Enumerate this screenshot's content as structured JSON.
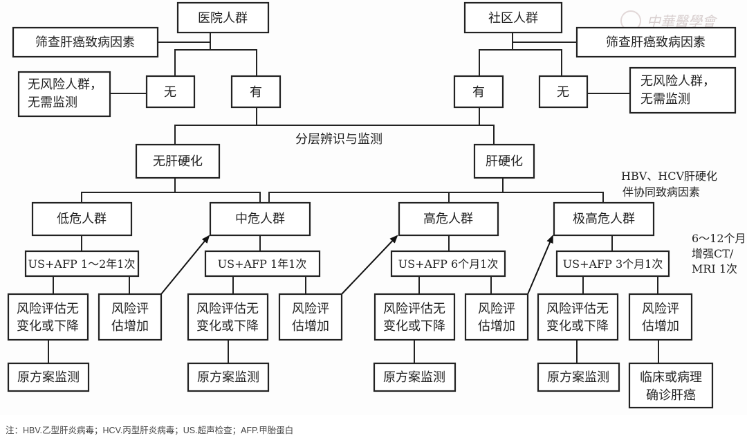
{
  "watermark": "中華醫學會",
  "nodes": {
    "hospital": "医院人群",
    "community": "社区人群",
    "screen_left": "筛查肝癌致病因素",
    "screen_right": "筛查肝癌致病因素",
    "no_left": "无",
    "yes_left": "有",
    "yes_right": "有",
    "no_right": "无",
    "norisk_left": [
      "无风险人群，",
      "无需监测"
    ],
    "norisk_right": [
      "无风险人群，",
      "无需监测"
    ],
    "stratify_label": "分层辨识与监测",
    "no_cirrhosis": "无肝硬化",
    "cirrhosis": "肝硬化",
    "hbv_note": [
      "HBV、HCV肝硬化",
      "伴协同致病因素"
    ],
    "low_risk": "低危人群",
    "mid_risk": "中危人群",
    "high_risk": "高危人群",
    "very_high_risk": "极高危人群",
    "test_low": "US+AFP 1～2年1次",
    "test_mid": "US+AFP 1年1次",
    "test_high": "US+AFP  6个月1次",
    "test_very_high": "US+AFP 3个月1次",
    "ct_note": [
      "6～12个月",
      "增强CT/",
      "MRI 1次"
    ],
    "stable": [
      "风险评估无",
      "变化或下降"
    ],
    "increase": [
      "风险评",
      "估增加"
    ],
    "keep_plan": "原方案监测",
    "diagnosis": [
      "临床或病理",
      "确诊肝癌"
    ]
  },
  "footnote": "注：HBV.乙型肝炎病毒；HCV.丙型肝炎病毒；US.超声检查；AFP.甲胎蛋白"
}
